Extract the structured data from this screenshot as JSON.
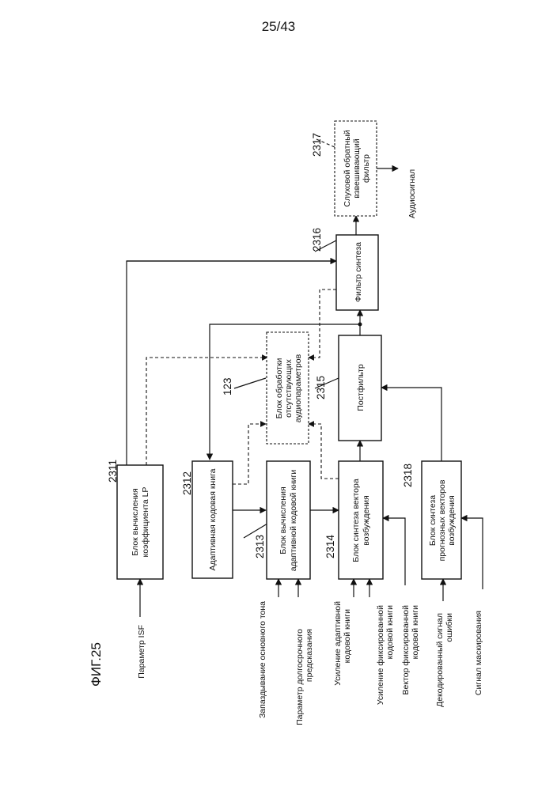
{
  "page_number": "25/43",
  "figure_label": "ФИГ.25",
  "blocks": {
    "lp": {
      "ref": "2311",
      "lines": [
        "Блок вычисления",
        "коэффициента LP"
      ]
    },
    "acb": {
      "ref": "2312",
      "lines": [
        "Адаптивная кодовая книга"
      ]
    },
    "acbcalc": {
      "ref": "2313",
      "lines": [
        "Блок вычисления",
        "адаптивной кодовой книги"
      ]
    },
    "exc": {
      "ref": "2314",
      "lines": [
        "Блок синтеза вектора",
        "возбуждения"
      ]
    },
    "pred": {
      "ref": "2318",
      "lines": [
        "Блок синтеза",
        "прогнозных векторов",
        "возбуждения"
      ]
    },
    "missing": {
      "ref": "123",
      "lines": [
        "Блок обработки",
        "отсутствующих",
        "аудиопараметров"
      ]
    },
    "post": {
      "ref": "2315",
      "lines": [
        "Постфильтр"
      ]
    },
    "synth": {
      "ref": "2316",
      "lines": [
        "Фильтр синтеза"
      ]
    },
    "weight": {
      "ref": "2317",
      "lines": [
        "Слуховой обратный",
        "взвешивающий",
        "фильтр"
      ]
    }
  },
  "signals": {
    "isf": [
      "Параметр ISF"
    ],
    "pitch": [
      "Запаздывание основного тона"
    ],
    "ltp": [
      "Параметр долгосрочного",
      "предсказания"
    ],
    "acb_gain": [
      "Усиление адаптивной",
      "кодовой книги"
    ],
    "fcb_gain": [
      "Усиление фиксированной",
      "кодовой книги"
    ],
    "fcb_vec": [
      "Вектор фиксированной",
      "кодовой книги"
    ],
    "err": [
      "Декодированный сигнал",
      "ошибки"
    ],
    "conceal": [
      "Сигнал маскирования"
    ],
    "audio": [
      "Аудиосигнал"
    ]
  }
}
